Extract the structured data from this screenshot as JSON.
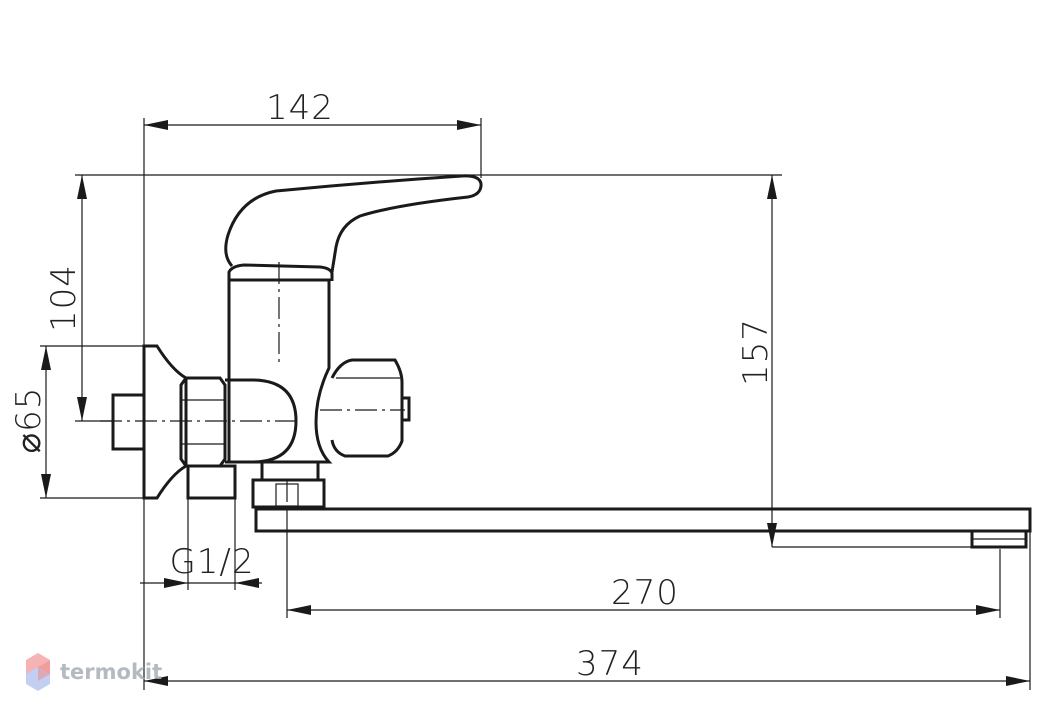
{
  "dimensions": {
    "top_width": "142",
    "left_height": "104",
    "flange_diameter": "⌀65",
    "thread": "G1/2",
    "right_height": "157",
    "spout_length": "270",
    "total_length": "374"
  },
  "watermark": {
    "brand": "termokit",
    "icon": "hexagon-logo-icon"
  },
  "colors": {
    "line": "#1a1a1a",
    "background": "#ffffff",
    "watermark": "#a7adb8"
  }
}
